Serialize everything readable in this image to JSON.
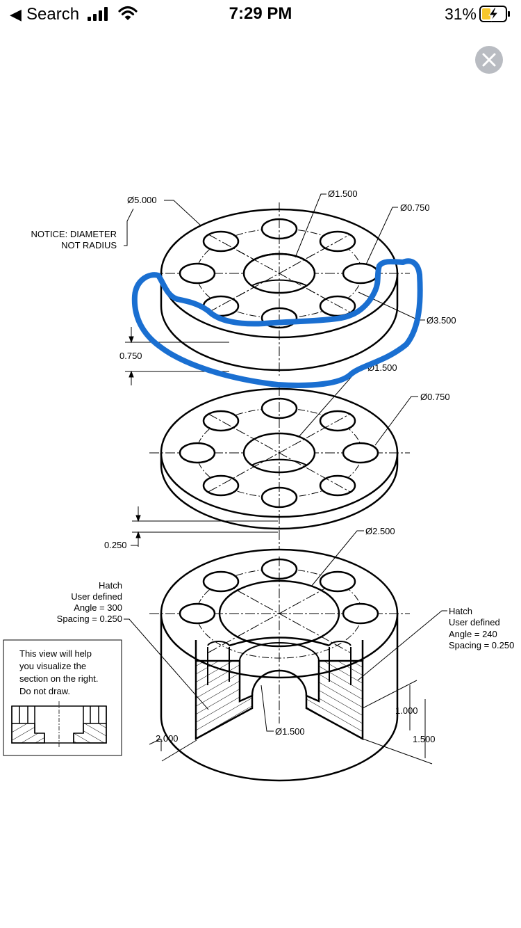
{
  "status_bar": {
    "back_arrow": "◀",
    "app_name": "Search",
    "time": "7:29 PM",
    "battery_percent": "31%",
    "icons": [
      "signal-icon",
      "wifi-icon",
      "battery-charging-icon"
    ]
  },
  "viewer": {
    "close_icon": "close-icon"
  },
  "drawing": {
    "top_part": {
      "d_outer": "Ø5.000",
      "notice_line1": "NOTICE: DIAMETER",
      "notice_line2": "NOT RADIUS",
      "d_center": "Ø1.500",
      "d_hole": "Ø0.750",
      "d_bolt_circle": "Ø3.500",
      "thickness": "0.750"
    },
    "middle_part": {
      "d_center_partial": "Ø1.500",
      "d_hole": "Ø0.750",
      "thickness": "0.250"
    },
    "bottom_part": {
      "d_counterbore": "Ø2.500",
      "hatch_left": [
        "Hatch",
        "User defined",
        "Angle = 300",
        "Spacing = 0.250"
      ],
      "hatch_right": [
        "Hatch",
        "User defined",
        "Angle = 240",
        "Spacing = 0.250"
      ],
      "d_bore": "Ø1.500",
      "height": "2.000",
      "depth_inner": "1.000",
      "depth_outer": "1.500"
    },
    "note_box": [
      "This view will help",
      "you visualize the",
      "section on the right.",
      "Do not draw."
    ],
    "annotation_color": "#1a6fd1"
  }
}
